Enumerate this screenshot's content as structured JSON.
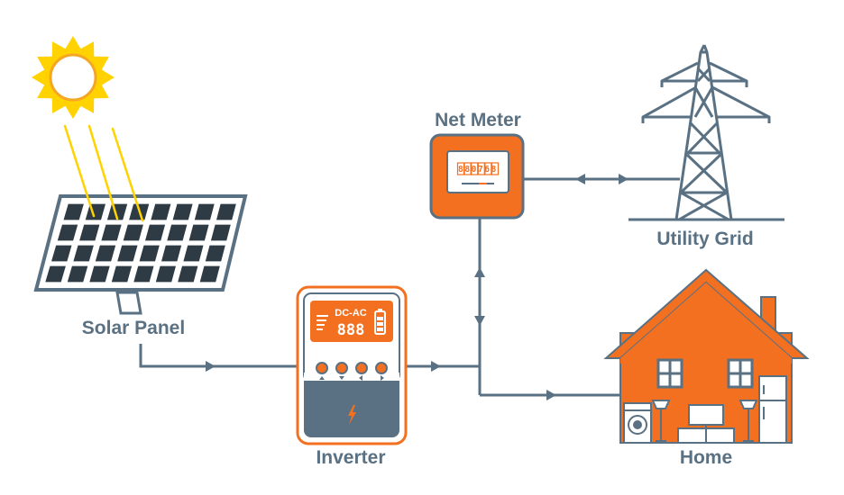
{
  "labels": {
    "solar_panel": "Solar Panel",
    "inverter": "Inverter",
    "net_meter": "Net Meter",
    "utility_grid": "Utility Grid",
    "home": "Home"
  },
  "inverter_display": {
    "mode": "DC-AC",
    "digits": "888"
  },
  "meter_display": {
    "digits": "880768"
  },
  "colors": {
    "line": "#5a7183",
    "orange": "#f37021",
    "sun": "#ffd200",
    "panel_cell": "#2e3b44"
  }
}
